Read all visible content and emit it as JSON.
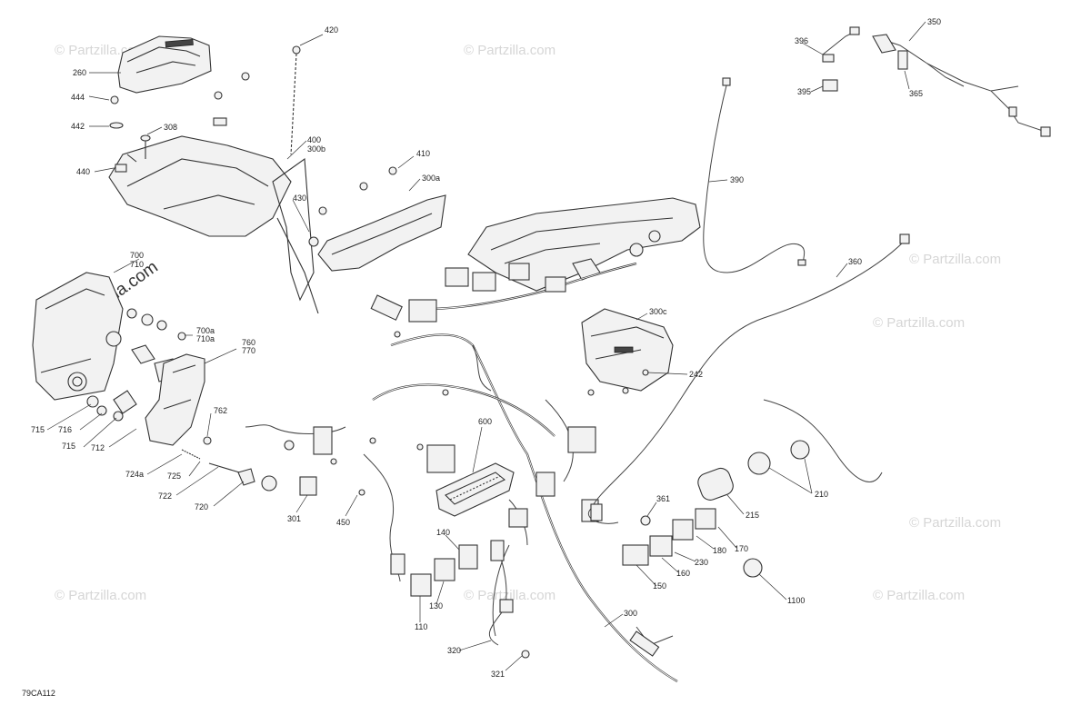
{
  "drawing_ref": "79CA112",
  "watermark": "© Partzilla.com",
  "watermark_big": "© Partzilla.com",
  "callouts": [
    "420",
    "260",
    "444",
    "442",
    "308",
    "440",
    "400",
    "300b",
    "410",
    "300a",
    "430",
    "700",
    "710",
    "700a",
    "710a",
    "760",
    "770",
    "715",
    "716",
    "715",
    "712",
    "762",
    "724a",
    "725",
    "722",
    "720",
    "301",
    "450",
    "600",
    "300c",
    "242",
    "390",
    "360",
    "350",
    "396",
    "395",
    "365",
    "361",
    "215",
    "210",
    "140",
    "130",
    "110",
    "320",
    "321",
    "300",
    "170",
    "180",
    "230",
    "160",
    "150",
    "1100"
  ]
}
